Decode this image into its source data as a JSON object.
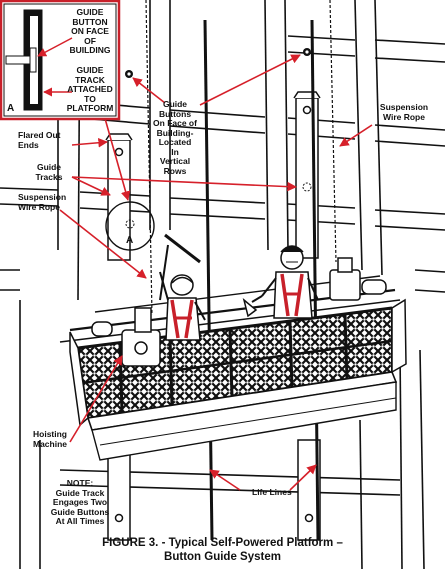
{
  "inset": {
    "label_guide_button": "GUIDE\nBUTTON\nON FACE\nOF\nBUILDING",
    "label_guide_track": "GUIDE\nTRACK\nATTACHED\nTO\nPLATFORM",
    "corner_letter": "A"
  },
  "callouts": {
    "guide_buttons": "Guide\nButtons\nOn Face of\nBuilding-\nLocated\nIn\nVertical\nRows",
    "suspension_wire_rope_right": "Suspension\nWire Rope",
    "flared_out_ends": "Flared Out\nEnds",
    "guide_tracks": "Guide\nTracks",
    "suspension_wire_rope_left": "Suspension\nWire Rope",
    "detail_letter": "A",
    "hoisting_machine": "Hoisting\nMachine",
    "note": "NOTE:\nGuide Track\nEngages Two\nGuide Buttons\nAt All Times",
    "life_lines": "Life Lines"
  },
  "caption": {
    "line1": "FIGURE 3. - Typical Self-Powered Platform –",
    "line2": "Button Guide System"
  },
  "colors": {
    "callout_arrow": "#d6202a",
    "ink": "#111111",
    "inset_border": "#c8202a"
  }
}
